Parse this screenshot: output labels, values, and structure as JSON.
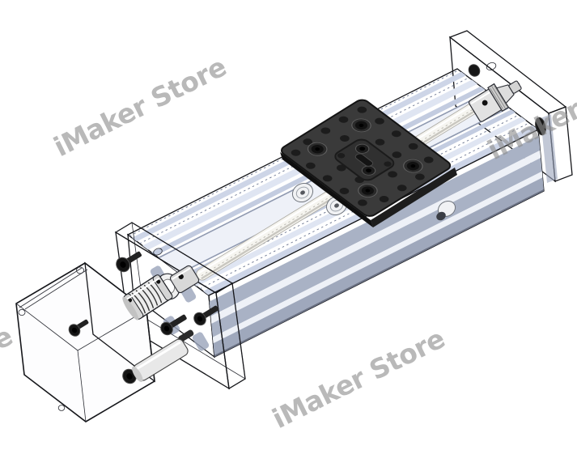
{
  "watermark": {
    "text": "iMaker Store",
    "color": "#8f8f8f",
    "angle_deg": -26.5,
    "instances": [
      {
        "position": "top-left"
      },
      {
        "position": "right-edge-clipped"
      },
      {
        "position": "bottom-center"
      },
      {
        "position": "left-edge-partial"
      }
    ]
  },
  "colors": {
    "background": "#ffffff",
    "outline": "#15161a",
    "rail_face": "#f2f5fa",
    "rail_stripe_light": "#dfe5f2",
    "rail_stripe_mid": "#cdd5e7",
    "rail_stripe_dark": "#c3cce0",
    "rail_side_band": "#a9b2c5",
    "gantry_plate": "#3a3a3a",
    "gantry_plate_side": "#191919",
    "gantry_hole": "#1c1c1c",
    "lead_screw": "#f6f5f0",
    "metal_light": "#e9e9e9",
    "screw_black": "#161616",
    "shadow_gray": "#9aa4ba"
  }
}
